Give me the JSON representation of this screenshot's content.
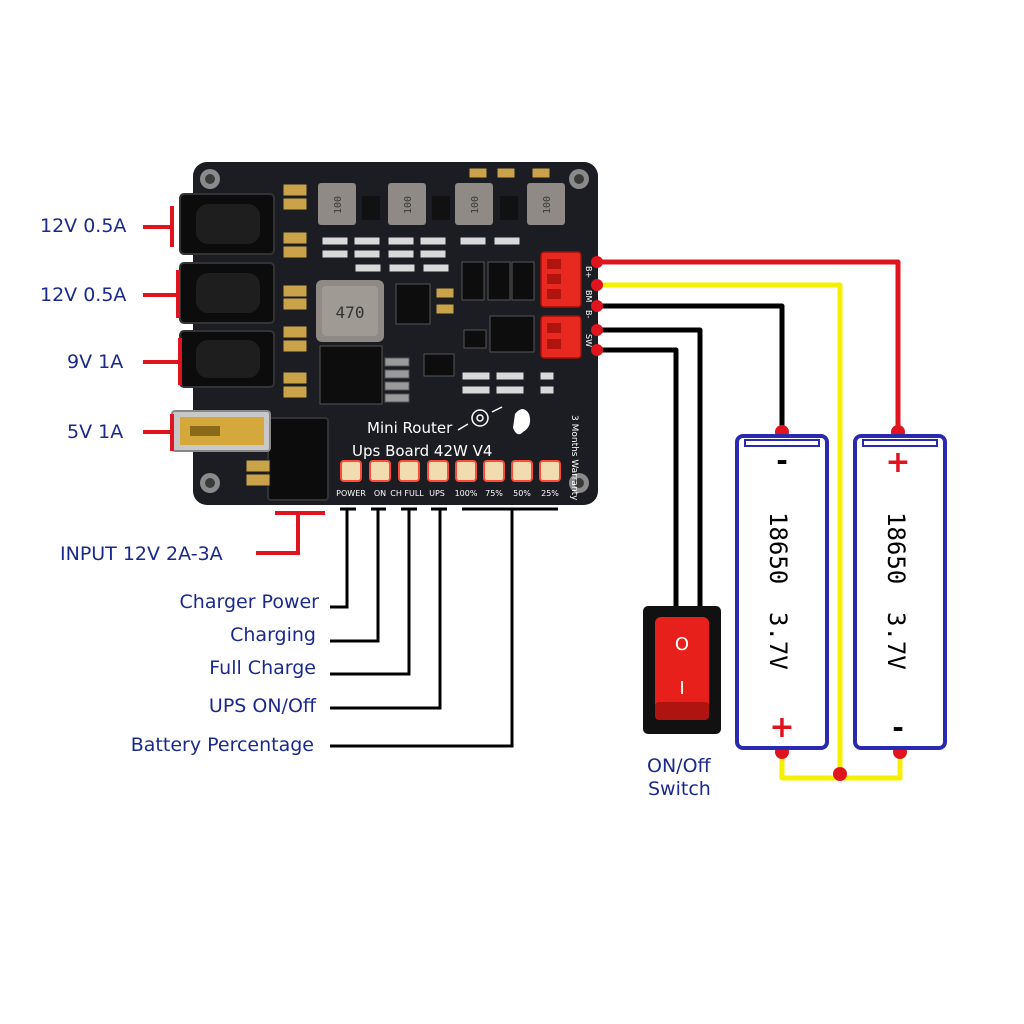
{
  "output_labels": [
    "12V 0.5A",
    "12V 0.5A",
    "9V 1A",
    "5V 1A"
  ],
  "input_label": "INPUT 12V 2A-3A",
  "indicator_labels": [
    "Charger Power",
    "Charging",
    "Full Charge",
    "UPS ON/Off",
    "Battery Percentage"
  ],
  "board": {
    "title_line1": "Mini Router",
    "title_line2": "Ups Board 42W V4",
    "warranty": "3 Months Warranty",
    "inductor_marking": "470",
    "small_inductor_marking": "100",
    "led_labels": [
      "POWER",
      "ON",
      "CH FULL",
      "UPS",
      "100%",
      "75%",
      "50%",
      "25%"
    ],
    "connector_labels": [
      "B+",
      "BM",
      "B-",
      "SW"
    ]
  },
  "switch": {
    "label_line1": "ON/Off",
    "label_line2": "Switch",
    "on_symbol": "O",
    "off_symbol": "I"
  },
  "batteries": [
    {
      "model": "18650",
      "voltage": "3.7V",
      "top_terminal": "-",
      "bottom_terminal": "+"
    },
    {
      "model": "18650",
      "voltage": "3.7V",
      "top_terminal": "+",
      "bottom_terminal": "-"
    }
  ],
  "colors": {
    "label_text": "#1a2a8c",
    "wire_red": "#e0141e",
    "wire_yellow": "#f5f000",
    "wire_black": "#000000",
    "battery_outline": "#2a2ab0",
    "pcb": "#1b1d22",
    "switch_red": "#e8201c"
  }
}
